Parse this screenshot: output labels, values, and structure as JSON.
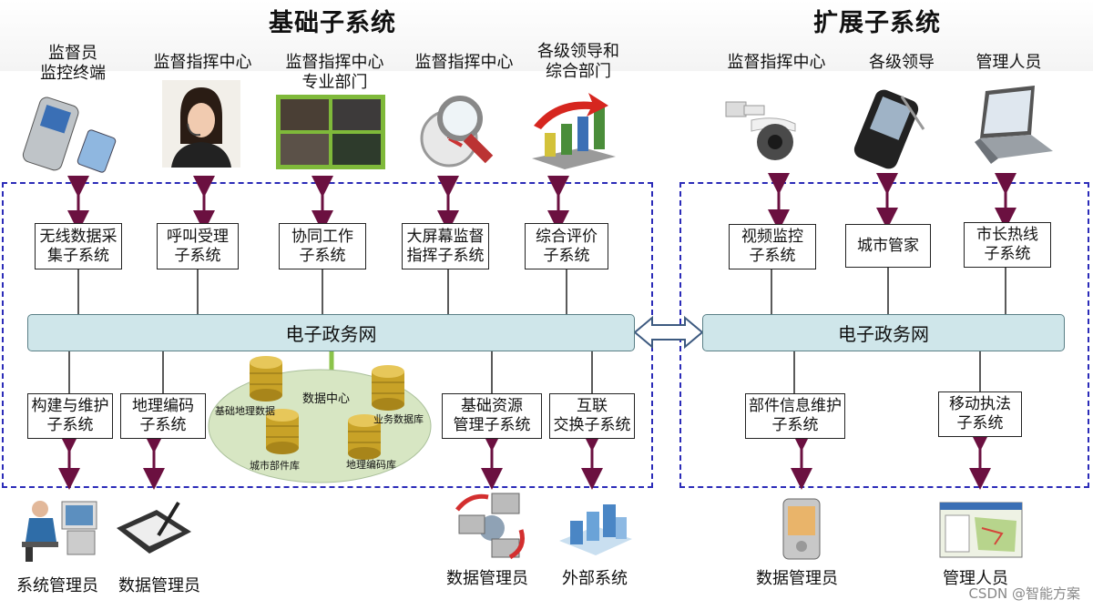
{
  "titles": {
    "basic": "基础子系统",
    "extended": "扩展子系统"
  },
  "top_users": {
    "u1": [
      "监督员",
      "监控终端"
    ],
    "u2": "监督指挥中心",
    "u3": [
      "监督指挥中心",
      "专业部门"
    ],
    "u4": "监督指挥中心",
    "u5": [
      "各级领导和",
      "综合部门"
    ],
    "u6": "监督指挥中心",
    "u7": "各级领导",
    "u8": "管理人员"
  },
  "top_subsystems": {
    "s1": [
      "无线数据采",
      "集子系统"
    ],
    "s2": [
      "呼叫受理",
      "子系统"
    ],
    "s3": [
      "协同工作",
      "子系统"
    ],
    "s4": [
      "大屏幕监督",
      "指挥子系统"
    ],
    "s5": [
      "综合评价",
      "子系统"
    ],
    "s6": [
      "视频监控",
      "子系统"
    ],
    "s7": "城市管家",
    "s8": [
      "市长热线",
      "子系统"
    ]
  },
  "network": {
    "left": "电子政务网",
    "right": "电子政务网"
  },
  "bottom_subsystems": {
    "b1": [
      "构建与维护",
      "子系统"
    ],
    "b2": [
      "地理编码",
      "子系统"
    ],
    "b3": [
      "基础资源",
      "管理子系统"
    ],
    "b4": [
      "互联",
      "交换子系统"
    ],
    "b5": [
      "部件信息维护",
      "子系统"
    ],
    "b6": [
      "移动执法",
      "子系统"
    ]
  },
  "data_center": {
    "title": "数据中心",
    "db1": "基础地理数据",
    "db2": "业务数据库",
    "db3": "城市部件库",
    "db4": "地理编码库"
  },
  "bottom_users": {
    "v1": "系统管理员",
    "v2": "数据管理员",
    "v3": "数据管理员",
    "v4": "外部系统",
    "v5": "数据管理员",
    "v6": "管理人员"
  },
  "watermark": "CSDN @智能方案",
  "colors": {
    "arrow": "#6b1040",
    "border": "#2b2bb8",
    "network": "#cfe6ea",
    "disk": "#c8a227"
  }
}
